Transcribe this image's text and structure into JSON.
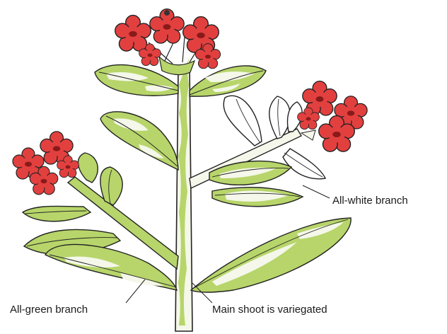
{
  "labels": {
    "all_white_branch": "All-white branch",
    "all_green_branch": "All-green branch",
    "main_shoot": "Main shoot is variegated"
  },
  "colors": {
    "leaf_green": "#b7d56a",
    "leaf_pale": "#f4f7e9",
    "flower_red": "#e2403f",
    "flower_center": "#8a1a1a",
    "outline": "#222222",
    "white": "#ffffff"
  },
  "icons": [
    "plant-diagram"
  ]
}
